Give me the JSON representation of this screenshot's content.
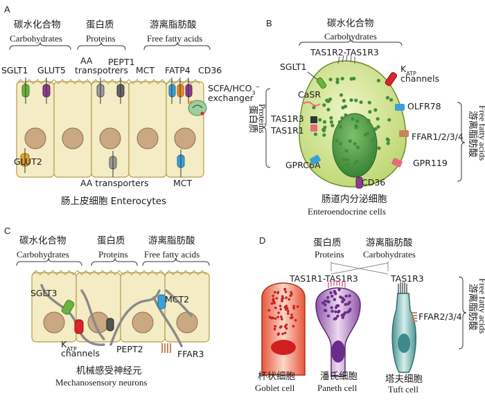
{
  "panelA": {
    "letter": "A",
    "header_cn": [
      "碳水化合物",
      "蛋白质",
      "游离脂肪酸"
    ],
    "header_en": [
      "Carbohydrates",
      "Proteins",
      "Free fatty acids"
    ],
    "top_labels": [
      "SGLT1",
      "GLUT5",
      "AA",
      "transpotrers",
      "PEPT1",
      "MCT",
      "FATP4",
      "CD36"
    ],
    "scfa_label": "SCFA/HCO",
    "scfa_sup": "−",
    "scfa_sub": "3",
    "exchanger": "exchanger",
    "glut2": "GLUT2",
    "aa_bottom": "AA transporters",
    "mct_bottom": "MCT",
    "caption": "肠上皮细胞  Enterocytes"
  },
  "panelB": {
    "letter": "B",
    "header_cn": "碳水化合物",
    "header_en": "Carbohydrates",
    "tas_top": "TAS1R2-TAS1R3",
    "left_labels": [
      "SGLT1",
      "CaSR",
      "TAS1R3",
      "TAS1R1",
      "GPRC6A"
    ],
    "katp": "K",
    "katp_sub": "ATP",
    "channels": "channels",
    "right_labels": [
      "OLFR78",
      "FFAR1/2/3/4",
      "GPR119"
    ],
    "cd36": "CD36",
    "left_side_cn": "蛋白质",
    "left_side_en": "Proteins",
    "right_side_cn": "游离脂肪酸",
    "right_side_en": "Free fatty acids",
    "caption_cn": "肠道内分泌细胞",
    "caption_en": "Enteroendocrine cells"
  },
  "panelC": {
    "letter": "C",
    "header_cn": [
      "碳水化合物",
      "蛋白质",
      "游离脂肪酸"
    ],
    "header_en": [
      "Carbohydrates",
      "Proteins",
      "Free fatty acids"
    ],
    "labels": [
      "SGLT3",
      "MCT2",
      "PEPT2",
      "FFAR3"
    ],
    "katp": "K",
    "katp_sub": "ATP",
    "channels": "channels",
    "caption_cn": "机械感受神经元",
    "caption_en": "Mechanosensory neurons"
  },
  "panelD": {
    "letter": "D",
    "header_cn": [
      "蛋白质",
      "游离脂肪酸"
    ],
    "header_en": [
      "Proteins",
      "Carbohydrates"
    ],
    "tas_left": "TAS1R1-TAS1R3",
    "tas_right": "TAS1R3",
    "ffar": "FFAR2/3/4",
    "side_cn": "游离脂肪酸",
    "side_en": "Free fatty acids",
    "cells_cn": [
      "杯状细胞",
      "潘氏细胞",
      "塔夫细胞"
    ],
    "cells_en": [
      "Goblet cell",
      "Paneth cell",
      "Tuft cell"
    ]
  },
  "colors": {
    "cell_fill": "#f4ecc4",
    "green_transporter": "#6db33f",
    "purple_transporter": "#8e3d8c",
    "grey_transporter": "#8a8a8a",
    "blue_transporter": "#3aa0d8",
    "orange_transporter": "#e98a2e",
    "eec_fill": "#dbe8a2",
    "eec_nucleus": "#3f8f3a",
    "katp_red": "#d8262a",
    "goblet_red": "#e2432b",
    "paneth_purple": "#7b3c93",
    "tuft_teal": "#5aa6a6",
    "receptor_pink": "#e86a7c"
  }
}
